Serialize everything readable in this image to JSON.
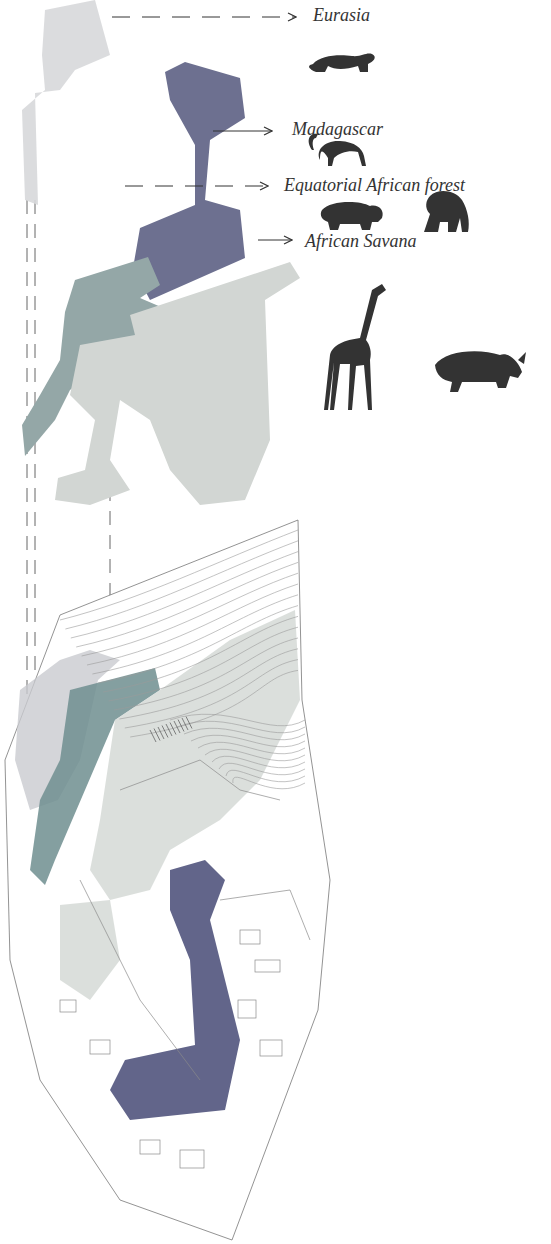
{
  "diagram": {
    "labels": [
      "Eurasia",
      "Madagascar",
      "Equatorial African forest",
      "African Savana"
    ]
  }
}
